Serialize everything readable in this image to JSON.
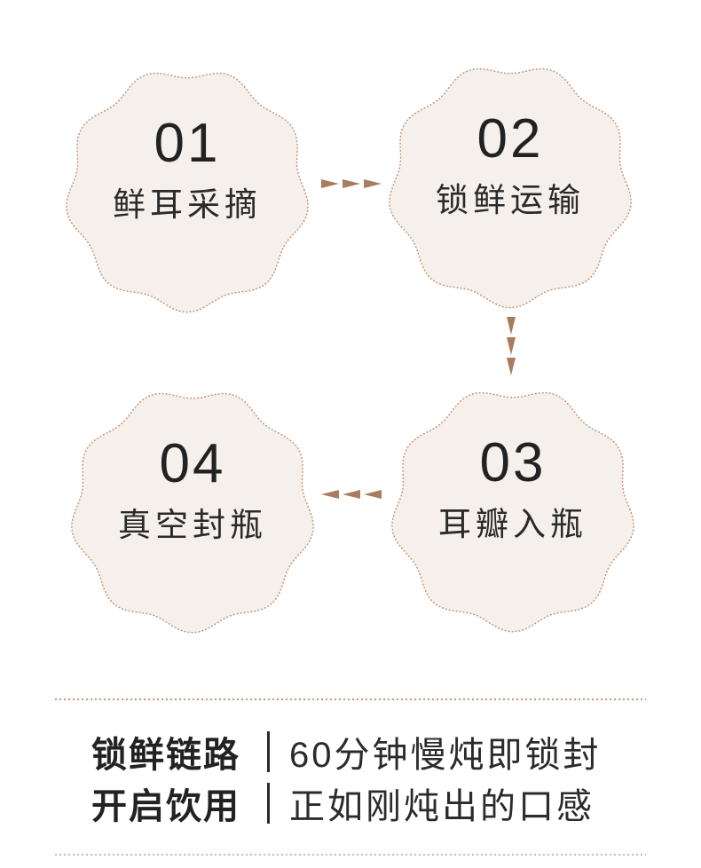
{
  "steps": [
    {
      "number": "01",
      "label": "鲜耳采摘"
    },
    {
      "number": "02",
      "label": "锁鲜运输"
    },
    {
      "number": "03",
      "label": "耳瓣入瓶"
    },
    {
      "number": "04",
      "label": "真空封瓶"
    }
  ],
  "flow": {
    "arrow_1_to_2": "right",
    "arrow_2_to_3": "down",
    "arrow_3_to_4": "left"
  },
  "footer": {
    "rows": [
      {
        "label": "锁鲜链路",
        "text": "60分钟慢炖即锁封"
      },
      {
        "label": "开启饮用",
        "text": "正如刚炖出的口感"
      }
    ]
  },
  "icons": {
    "step_shape": "flower-blob",
    "connector": "triple-triangle-arrow"
  },
  "colors": {
    "accent": "#a87c5e",
    "blob-fill": "#f5f0eb",
    "blob-border": "#c49a7c",
    "text": "#2a2a2a",
    "rule-top": "#c9977a",
    "rule-bottom": "#d8b5a6"
  }
}
